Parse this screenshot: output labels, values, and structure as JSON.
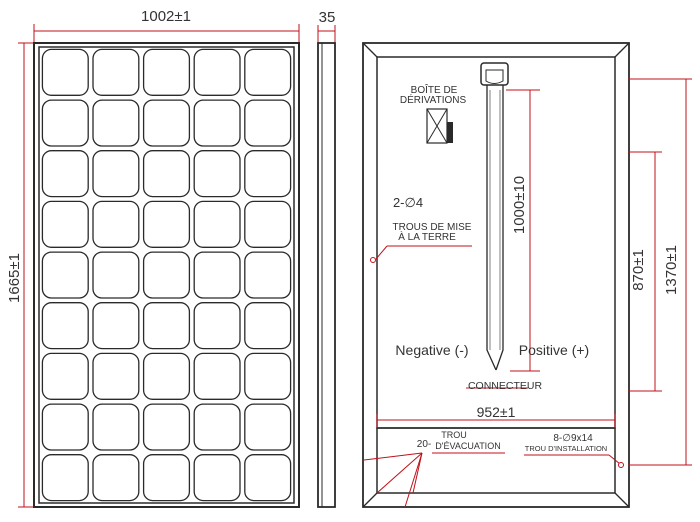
{
  "front": {
    "width_dim": "1002±1",
    "height_dim": "1665±1",
    "cell_columns": 5,
    "cell_rows": 9
  },
  "side": {
    "depth_dim": "35"
  },
  "back": {
    "junction_box_label_1": "BOÎTE DE",
    "junction_box_label_2": "DÉRIVATIONS",
    "ground_holes": "2-∅4",
    "ground_label_1": "TROUS DE MISE",
    "ground_label_2": "À LA TERRE",
    "cable_length_dim": "1000±10",
    "negative_label": "Negative (-)",
    "positive_label": "Positive (+)",
    "connector_label": "CONNECTEUR",
    "inner_width_dim": "952±1",
    "drain_count": "20-",
    "drain_label_1": "TROU",
    "drain_label_2": "D'ÉVACUATION",
    "mount_holes": "8-∅9x14",
    "mount_label": "TROU D'INSTALLATION",
    "mount_spacing_inner_dim": "870±1",
    "mount_spacing_outer_dim": "1370±1"
  },
  "colors": {
    "outline": "#2a2a2a",
    "dimension": "#c0101a",
    "text": "#222222"
  }
}
